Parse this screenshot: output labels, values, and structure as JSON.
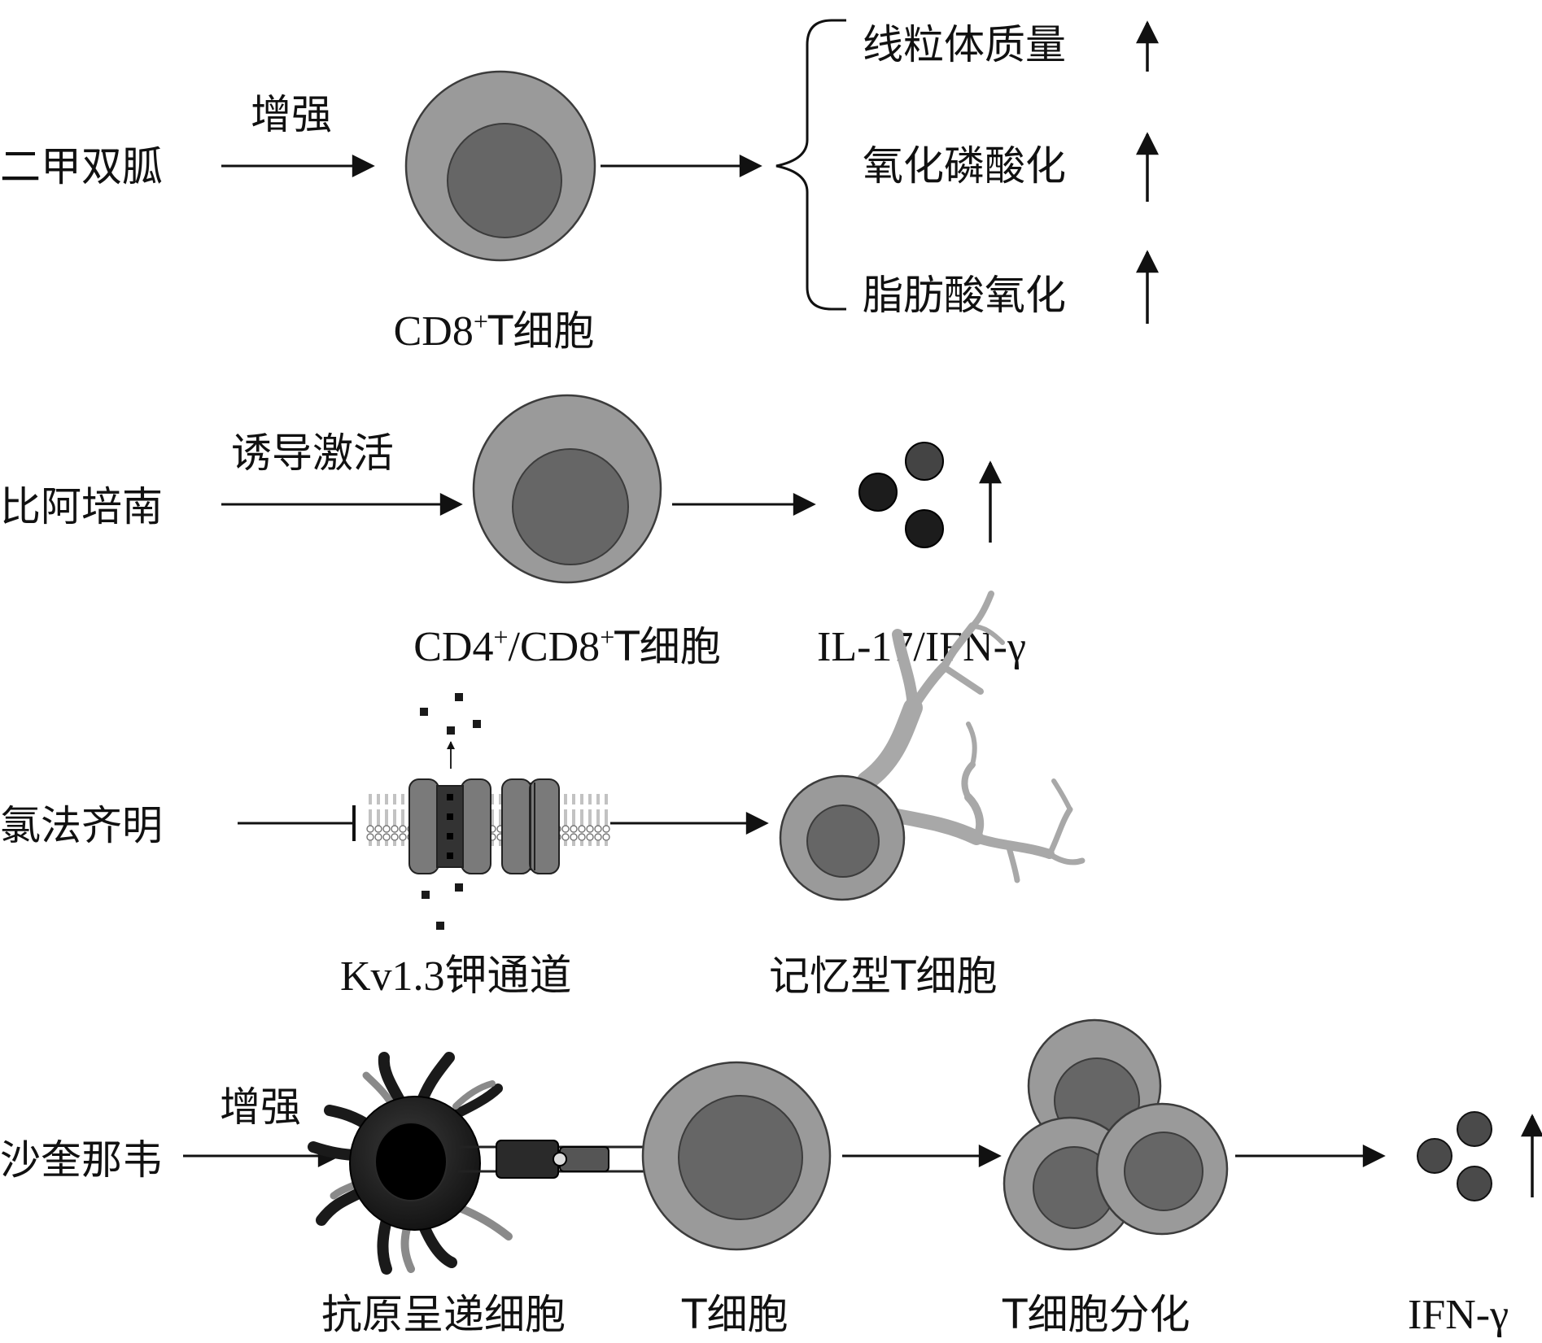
{
  "colors": {
    "cell_outer": "#9a9a9a",
    "cell_inner": "#666666",
    "cell_outline": "#3c3c3c",
    "dendrite": "#a8a8a8",
    "apc": "#1c1c1c",
    "channel": "#777777",
    "particle": "#1a1a1a",
    "ink": "#111111"
  },
  "row1": {
    "drug": "二甲双胍",
    "action": "增强",
    "cell_label_prefix": "CD8",
    "cell_label_sup": "+",
    "cell_label_suffix": "T细胞",
    "effects": [
      "线粒体质量",
      "氧化磷酸化",
      "脂肪酸氧化"
    ],
    "effect_trend_icon": "up-arrow-icon"
  },
  "row2": {
    "drug": "比阿培南",
    "action": "诱导激活",
    "cell_label_part1": "CD4",
    "cell_label_sup1": "+",
    "cell_label_part2": "/CD8",
    "cell_label_sup2": "+",
    "cell_label_part3": "T细胞",
    "cytokine_label": "IL-17/IFN-γ",
    "trend_icon": "up-arrow-icon"
  },
  "row3": {
    "drug": "氯法齐明",
    "relation_icon": "inhibition-bar-icon",
    "channel_label": "Kv1.3钾通道",
    "target_label": "记忆型T细胞"
  },
  "row4": {
    "drug": "沙奎那韦",
    "action": "增强",
    "apc_label": "抗原呈递细胞",
    "tcell_label": "T细胞",
    "diff_label": "T细胞分化",
    "cytokine_label": "IFN-γ",
    "trend_icon": "up-arrow-icon"
  }
}
